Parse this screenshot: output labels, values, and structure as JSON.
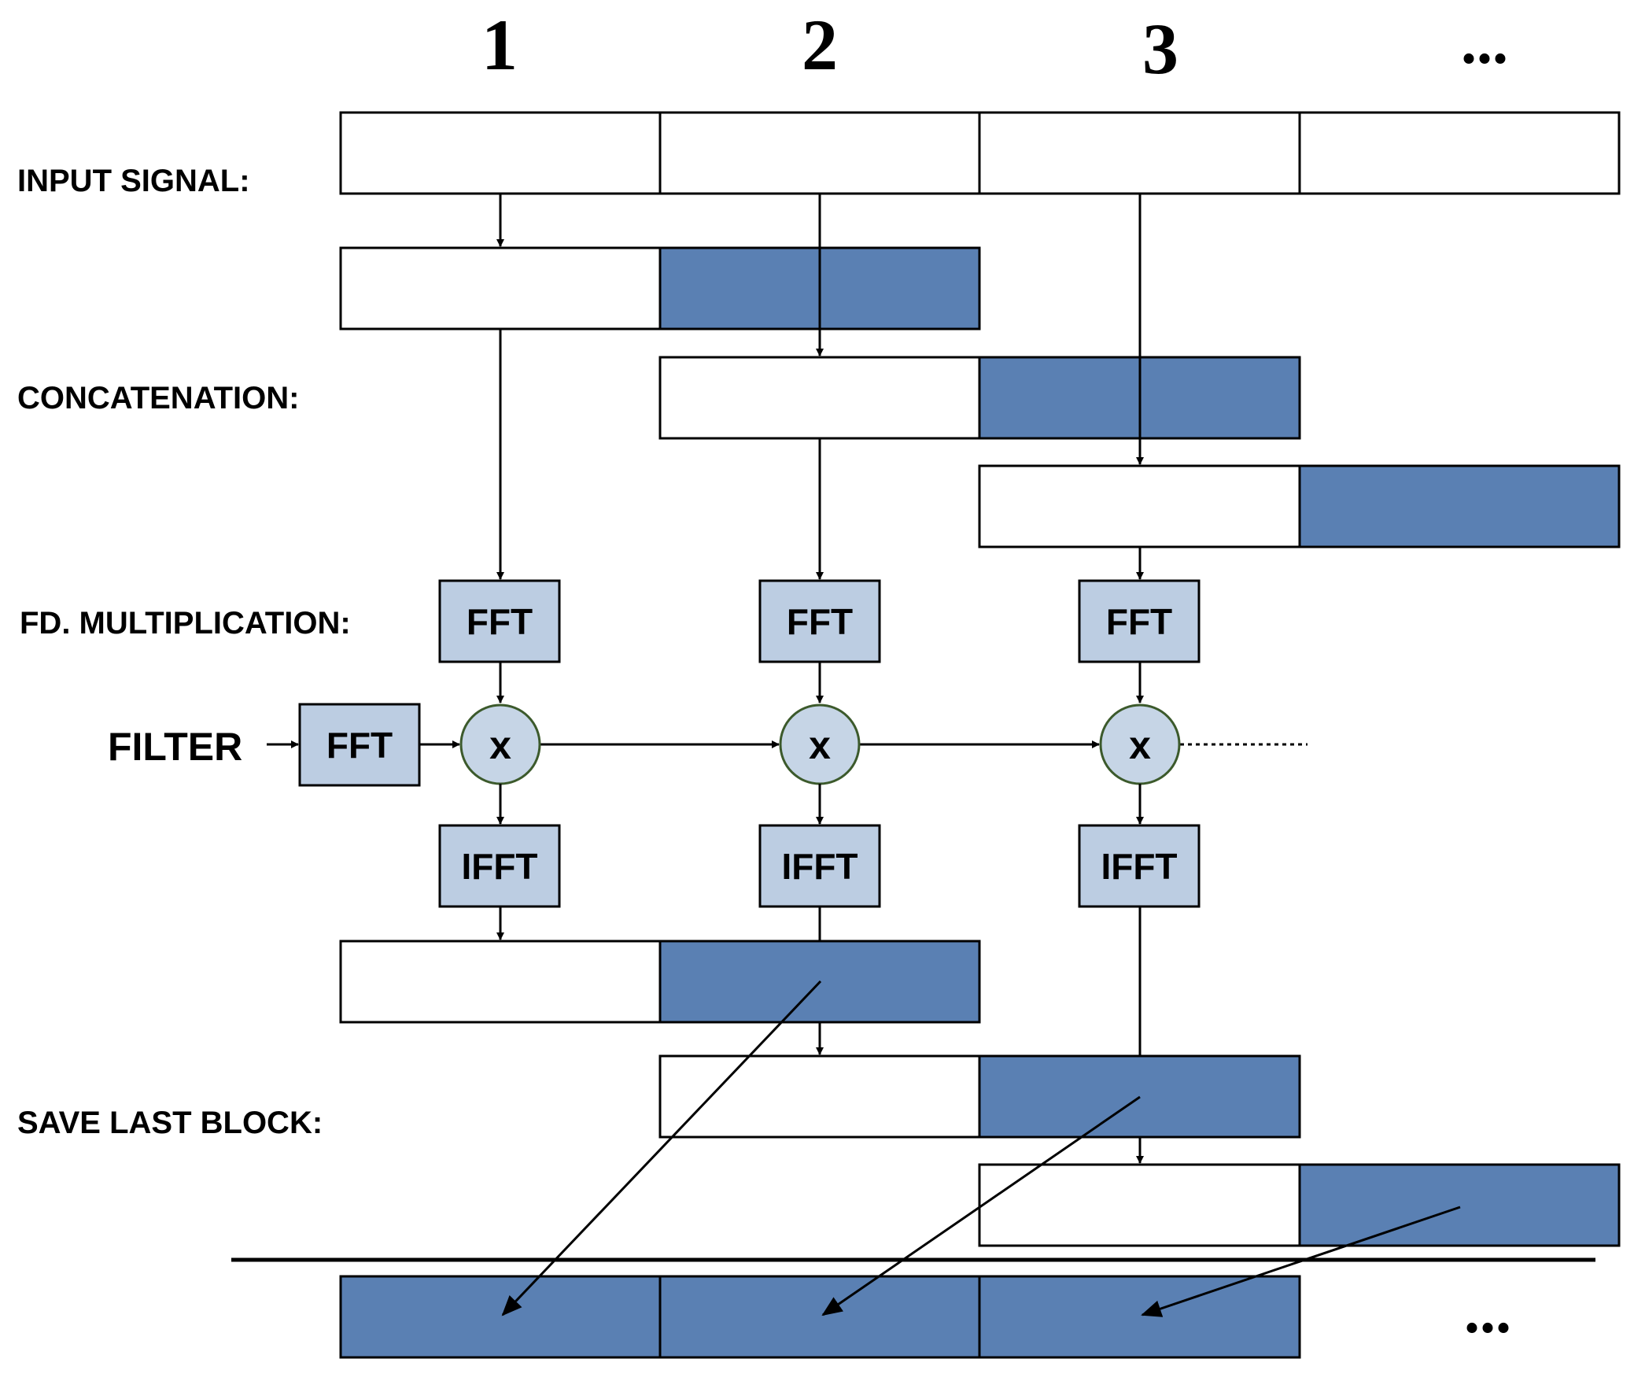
{
  "columns": [
    "1",
    "2",
    "3",
    "..."
  ],
  "stage_labels": {
    "input_signal": "INPUT SIGNAL:",
    "concatenation": "CONCATENATION:",
    "fd_multiplication": "FD. MULTIPLICATION:",
    "save_last_block": "SAVE LAST BLOCK:"
  },
  "filter_label": "FILTER",
  "fft_label": "FFT",
  "ifft_label": "IFFT",
  "multiply_label": "x",
  "output_ellipsis": "...",
  "colors": {
    "block_fill": "#5a80b3",
    "process_fill": "#bccde2",
    "operator_fill": "#c6d5e6",
    "operator_stroke": "#3c5a2c"
  }
}
